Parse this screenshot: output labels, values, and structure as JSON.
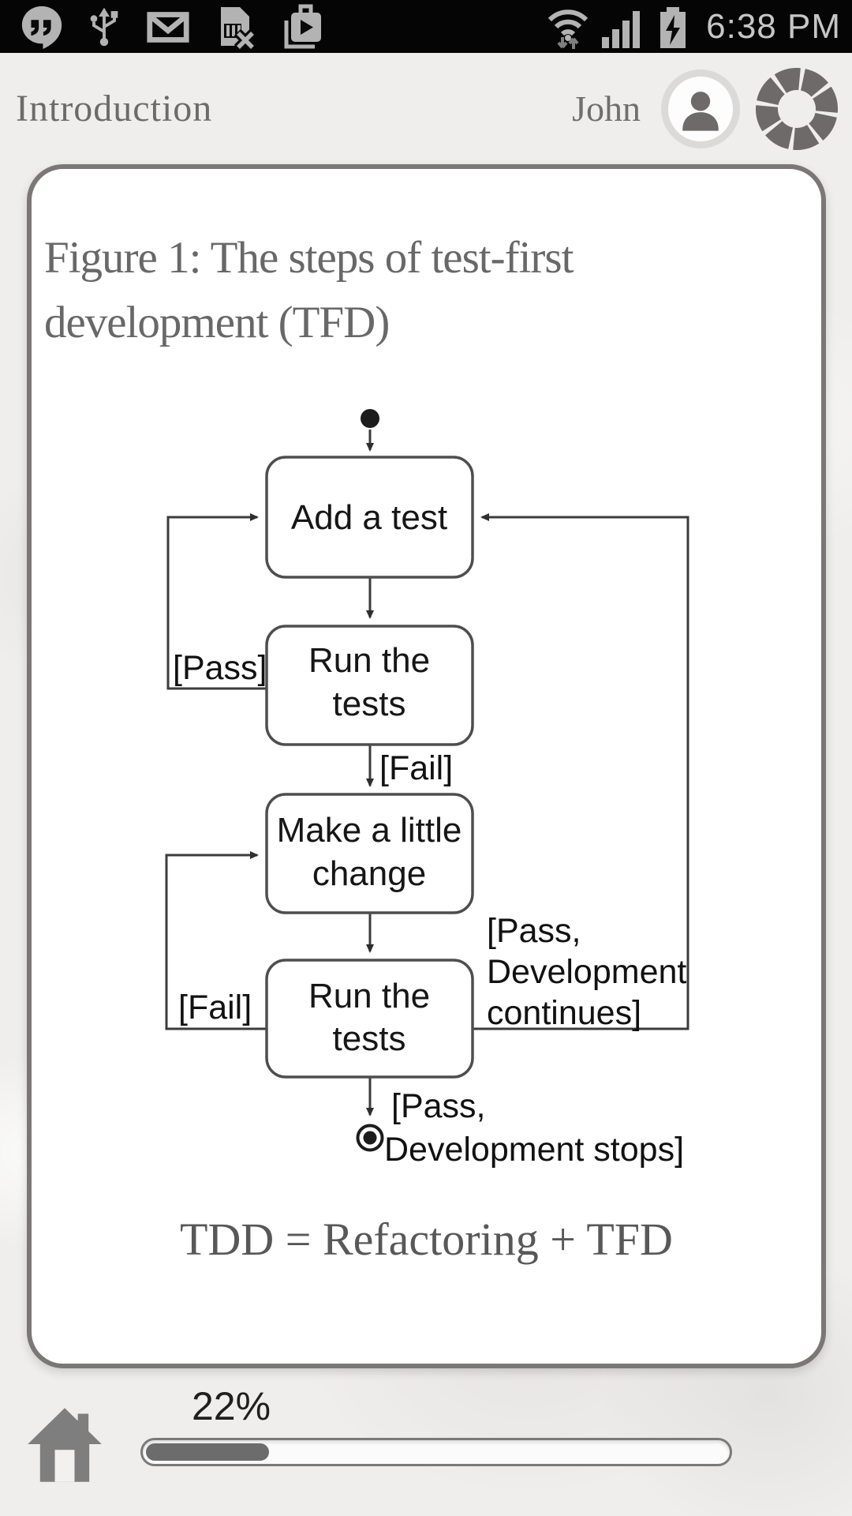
{
  "status_bar": {
    "time": "6:38 PM",
    "left_icons": [
      "hangouts-icon",
      "usb-icon",
      "gmail-icon",
      "no-sim-icon",
      "play-clipboard-icon"
    ],
    "right_icons": [
      "wifi-icon",
      "cellular-signal-icon",
      "battery-charging-icon"
    ]
  },
  "header": {
    "title": "Introduction",
    "user_name": "John"
  },
  "card": {
    "figure_title": "Figure 1: The steps of test-first development (TFD)",
    "caption": "TDD = Refactoring + TFD"
  },
  "diagram": {
    "type": "uml-activity-flowchart",
    "nodes": [
      "start",
      "Add a test",
      "Run the tests",
      "Make a little change",
      "Run the tests",
      "end"
    ],
    "edges": [
      {
        "from": "start",
        "to": "Add a test",
        "label": ""
      },
      {
        "from": "Add a test",
        "to": "Run the tests",
        "label": ""
      },
      {
        "from": "Run the tests",
        "to": "Add a test",
        "label": "[Pass]"
      },
      {
        "from": "Run the tests",
        "to": "Make a little change",
        "label": "[Fail]"
      },
      {
        "from": "Make a little change",
        "to": "Run the tests (2)",
        "label": ""
      },
      {
        "from": "Run the tests (2)",
        "to": "Make a little change",
        "label": "[Fail]"
      },
      {
        "from": "Run the tests (2)",
        "to": "Add a test",
        "label": "[Pass, Development continues]"
      },
      {
        "from": "Run the tests (2)",
        "to": "end",
        "label": "[Pass, Development stops]"
      }
    ],
    "labels": {
      "add": "Add a test",
      "run1_line1": "Run the",
      "run1_line2": "tests",
      "make_line1": "Make a little",
      "make_line2": "change",
      "run2_line1": "Run the",
      "run2_line2": "tests",
      "pass": "[Pass]",
      "fail1": "[Fail]",
      "fail2": "[Fail]",
      "continues_line1": "[Pass,",
      "continues_line2": "Development",
      "continues_line3": "continues]",
      "stops_line1": "[Pass,",
      "stops_line2": "Development stops]"
    }
  },
  "footer": {
    "progress_label": "22%",
    "progress_percent": 22
  },
  "colors": {
    "status_icon": "#b3b3b3",
    "header_text": "#6b6b6b",
    "card_border": "#7c7777",
    "diagram_stroke": "#3c3c3c",
    "progress_fill": "#6c6c6c"
  }
}
